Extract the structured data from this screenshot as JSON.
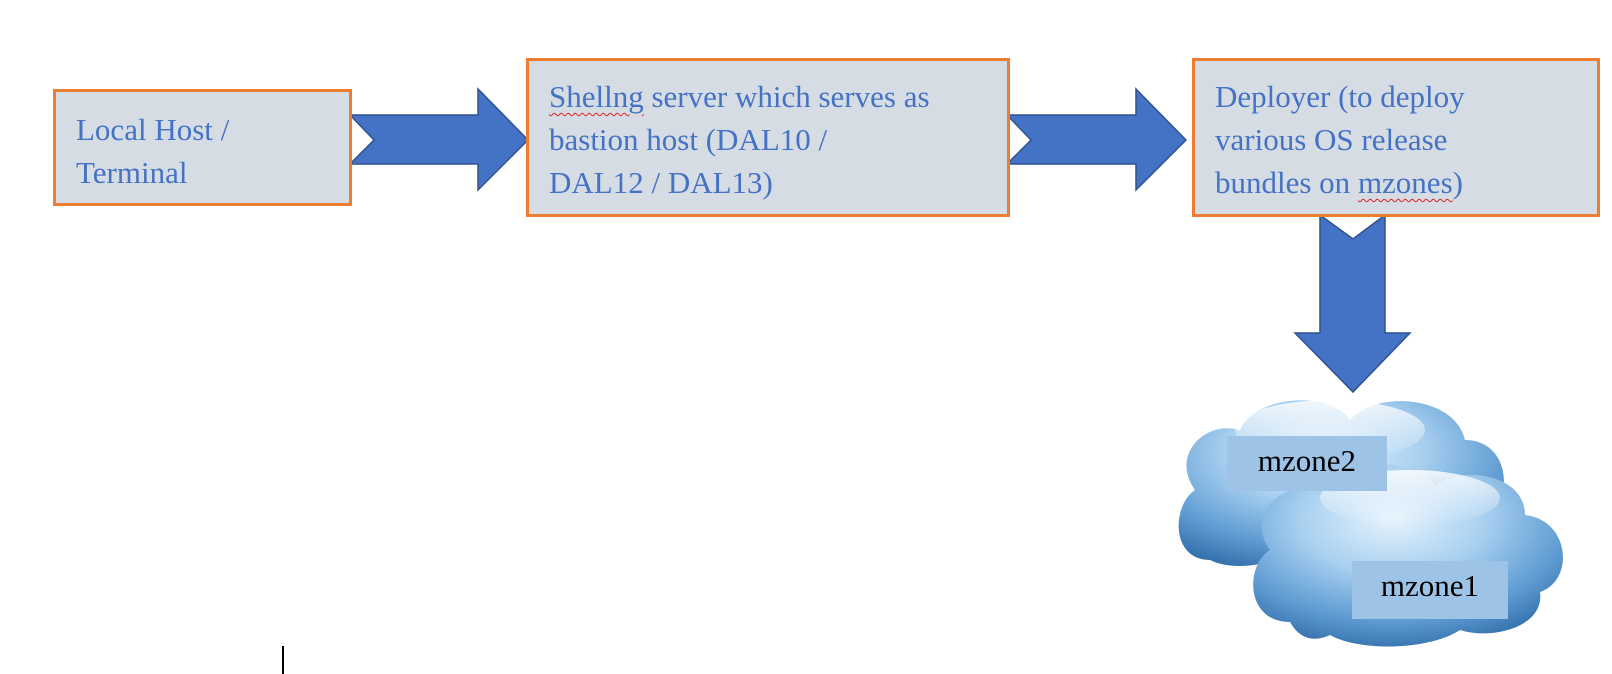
{
  "diagram": {
    "nodes": {
      "local_host": {
        "lines": [
          "Local Host /",
          "Terminal"
        ]
      },
      "shelling_server": {
        "first_word": "Shellng",
        "first_line_rest": " server which serves as",
        "lines_rest": [
          "bastion host (DAL10 /",
          "DAL12 / DAL13)"
        ]
      },
      "deployer": {
        "lines_head": [
          "Deployer (to deploy",
          "various OS release"
        ],
        "last_line_prefix": "bundles on ",
        "last_line_squiggle": "mzones",
        "last_line_suffix": ")"
      }
    },
    "clouds": {
      "mzone2": "mzone2",
      "mzone1": "mzone1"
    },
    "colors": {
      "box_fill": "#D6DCE4",
      "box_border": "#ED7D31",
      "text": "#4472C4",
      "arrow_fill": "#4472C4",
      "arrow_stroke": "#2F528F",
      "spellcheck_underline": "#E02020",
      "cloud_label_fill": "#9DC3E6"
    },
    "icons": {
      "arrow_shape": "notched-right-arrow",
      "cloud_shape": "cloud-icon"
    }
  }
}
